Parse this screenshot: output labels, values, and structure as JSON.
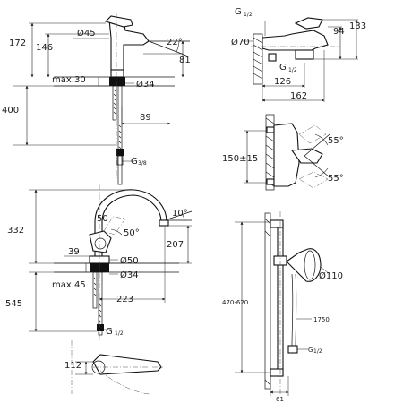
{
  "panel_basin_mixer": {
    "d172": "172",
    "d146": "146",
    "d45": "Ø45",
    "d22": "22°",
    "d81": "81",
    "max30": "max.30",
    "d34": "Ø34",
    "d400": "400",
    "d89": "89",
    "g38": "G",
    "g38_frac": "3/8"
  },
  "panel_bath_mixer": {
    "g12": "G",
    "g12_frac": "1/2",
    "d70": "Ø70",
    "d94": "94",
    "d133": "133",
    "g12b": "G",
    "g12b_frac": "1/2",
    "d126": "126",
    "d162": "162"
  },
  "panel_wall_mixer": {
    "d55a": "55°",
    "d150": "150±15",
    "d55b": "55°"
  },
  "panel_sink_mixer": {
    "d50a": "50",
    "d50b": "50°",
    "d10": "10°",
    "d332": "332",
    "d207": "207",
    "d39": "39",
    "d50c": "Ø50",
    "d34b": "Ø34",
    "max45": "max.45",
    "d223": "223",
    "d545": "545",
    "g12c": "G",
    "g12c_frac": "1/2",
    "d112": "112"
  },
  "panel_shower_rail": {
    "d110": "Ø110",
    "d470": "470-620",
    "d1750": "1750",
    "g12d": "G",
    "g12d_frac": "1/2",
    "d61": "61"
  }
}
